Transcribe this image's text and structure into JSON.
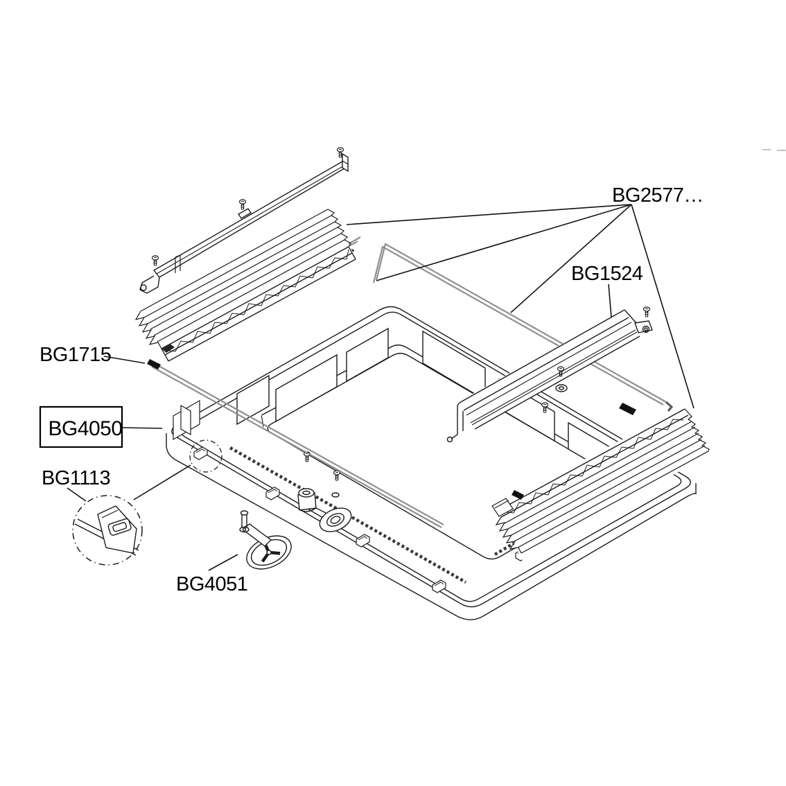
{
  "diagram": {
    "background": "#ffffff",
    "line_color": "#1a1a1a",
    "cord_color": "#8f8f8f",
    "parts": [
      {
        "id": "bg2577",
        "label": "BG2577…",
        "boxed": false
      },
      {
        "id": "bg1524",
        "label": "BG1524",
        "boxed": false
      },
      {
        "id": "bg1715",
        "label": "BG1715",
        "boxed": false
      },
      {
        "id": "bg4050",
        "label": "BG4050",
        "boxed": true
      },
      {
        "id": "bg1113",
        "label": "BG1113",
        "boxed": false
      },
      {
        "id": "bg4051",
        "label": "BG4051",
        "boxed": false
      }
    ]
  }
}
